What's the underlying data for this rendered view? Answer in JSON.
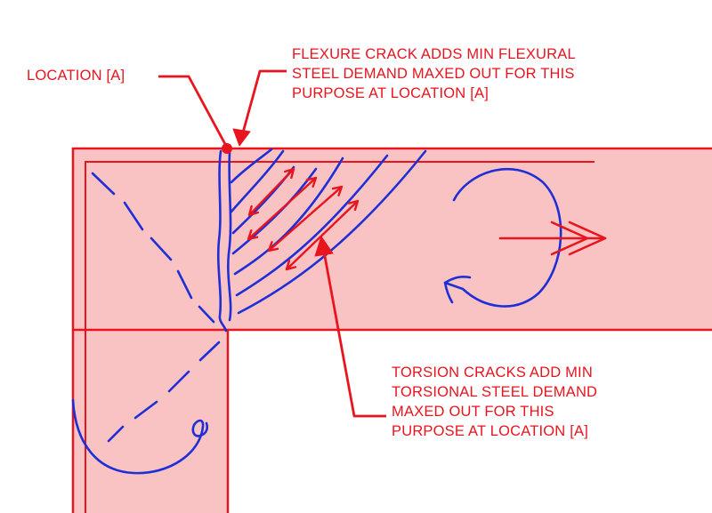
{
  "colors": {
    "member_fill": "#f9c3c3",
    "member_outline": "#e8141e",
    "annotation_red": "#e8141e",
    "crack_blue": "#1f2fd6",
    "background": "#ffffff"
  },
  "annotations": {
    "location": [
      "LOCATION [A]"
    ],
    "flexure": [
      "FLEXURE CRACK ADDS MIN FLEXURAL",
      "STEEL DEMAND MAXED OUT FOR THIS",
      "PURPOSE AT LOCATION [A]"
    ],
    "torsion": [
      "TORSION CRACKS ADD MIN",
      "TORSIONAL STEEL DEMAND",
      "MAXED OUT FOR THIS",
      "PURPOSE AT LOCATION [A]"
    ]
  }
}
